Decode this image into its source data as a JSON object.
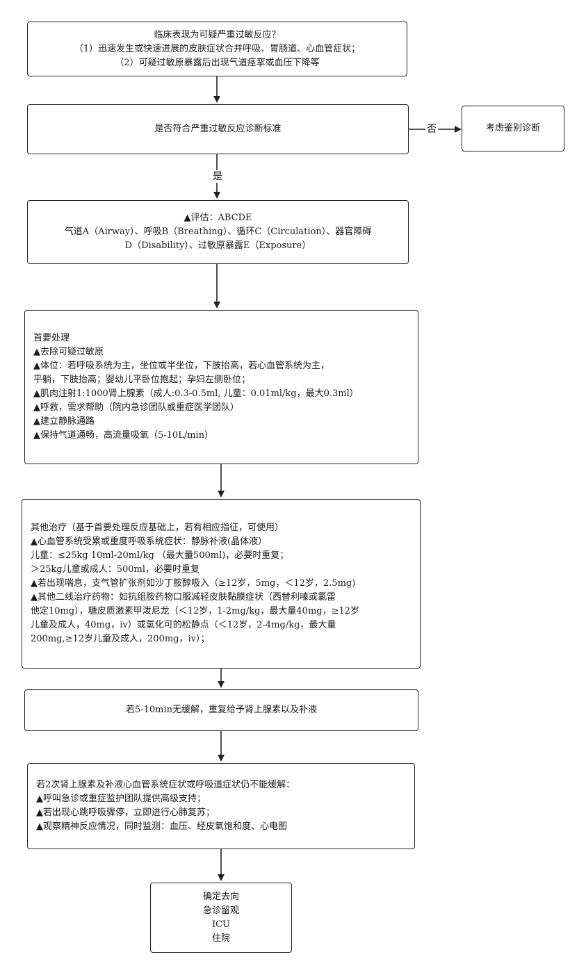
{
  "nodes": {
    "clinical": {
      "lines": [
        "临床表现为可疑严重过敏反应？",
        "（1）迅速发生或快速进展的皮肤症状合并呼吸、胃肠道、心血管症状；",
        "（2）可疑过敏原暴露后出现气道痉挛或血压下降等"
      ]
    },
    "criteria": {
      "text": "是否符合严重过敏反应诊断标准"
    },
    "differential": {
      "text": "考虑鉴别诊断"
    },
    "assessment": {
      "lines": [
        "▲评估：ABCDE",
        "气道A（Airway）、呼吸B（Breathing）、循环C（Circulation）、器官障碍",
        "D（Disability）、过敏原暴露E（Exposure）"
      ]
    },
    "primary": {
      "lines": [
        "首要处理",
        "▲去除可疑过敏原",
        "▲体位：若呼吸系统为主，坐位或半坐位，下肢抬高，若心血管系统为主，",
        "平躺，下肢抬高；婴幼儿平卧位抱起；孕妇左侧卧位；",
        "▲肌肉注射1:1000肾上腺素（成人:0.3-0.5ml, 儿童：0.01ml/kg，最大0.3ml）",
        "▲呼救，需求帮助（院内急诊团队或重症医学团队）",
        "▲建立静脉通路",
        "▲保持气道通畅，高流量吸氧（5-10L/min）"
      ]
    },
    "other": {
      "lines": [
        "其他治疗（基于首要处理反应基础上，若有相应指征，可使用）",
        "▲心血管系统受累或重度呼吸系统症状：静脉补液(晶体液）",
        "儿童：≤25kg 10ml-20ml/kg （最大量500ml)，必要时重复；",
        "＞25kg儿童或成人：500ml，必要时重复",
        "▲若出现喘息，支气管扩张剂如沙丁胺醇吸入（≥12岁，5mg，＜12岁，2.5mg)",
        "▲其他二线治疗药物：如抗组胺药物口服减轻皮肤黏膜症状（西替利嗪或氯雷",
        "他定10mg），糖皮质激素甲泼尼龙（＜12岁，1-2mg/kg，最大量40mg，≥12岁",
        "儿童及成人，40mg，iv）或氢化可的松静点（＜12岁，2-4mg/kg，最大量",
        "200mg,≥12岁儿童及成人，200mg，iv）；"
      ]
    },
    "repeat": {
      "text": "若5-10min无缓解，重复给予肾上腺素以及补液"
    },
    "escalate": {
      "lines": [
        "若2次肾上腺素及补液心血管系统症状或呼吸道症状仍不能缓解：",
        "▲呼叫急诊或重症监护团队提供高级支持；",
        "▲若出现心跳呼吸骤停，立即进行心肺复苏；",
        "▲观察精神反应情况，同时监测：血压、经皮氧饱和度、心电图"
      ]
    },
    "disposition": {
      "lines": [
        "确定去向",
        "急诊留观",
        "ICU",
        "住院"
      ]
    }
  },
  "edge_labels": {
    "no": "否",
    "yes": "是"
  },
  "colors": {
    "stroke": "#222222",
    "background": "#ffffff"
  }
}
